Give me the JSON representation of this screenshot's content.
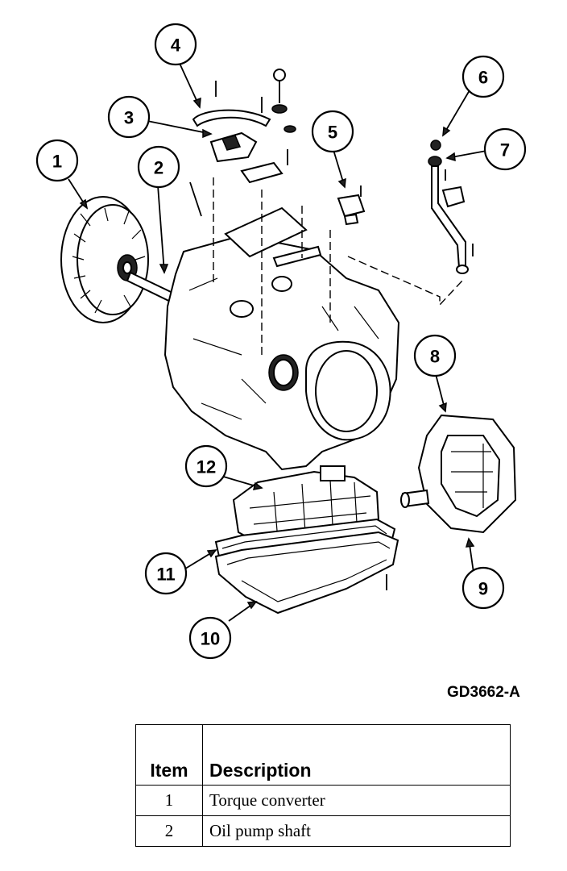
{
  "figure_code": "GD3662-A",
  "callouts": [
    "1",
    "2",
    "3",
    "4",
    "5",
    "6",
    "7",
    "8",
    "9",
    "10",
    "11",
    "12"
  ],
  "table": {
    "headers": {
      "item": "Item",
      "description": "Description"
    },
    "rows": [
      {
        "item": "1",
        "description": "Torque converter"
      },
      {
        "item": "2",
        "description": "Oil pump shaft"
      }
    ]
  }
}
